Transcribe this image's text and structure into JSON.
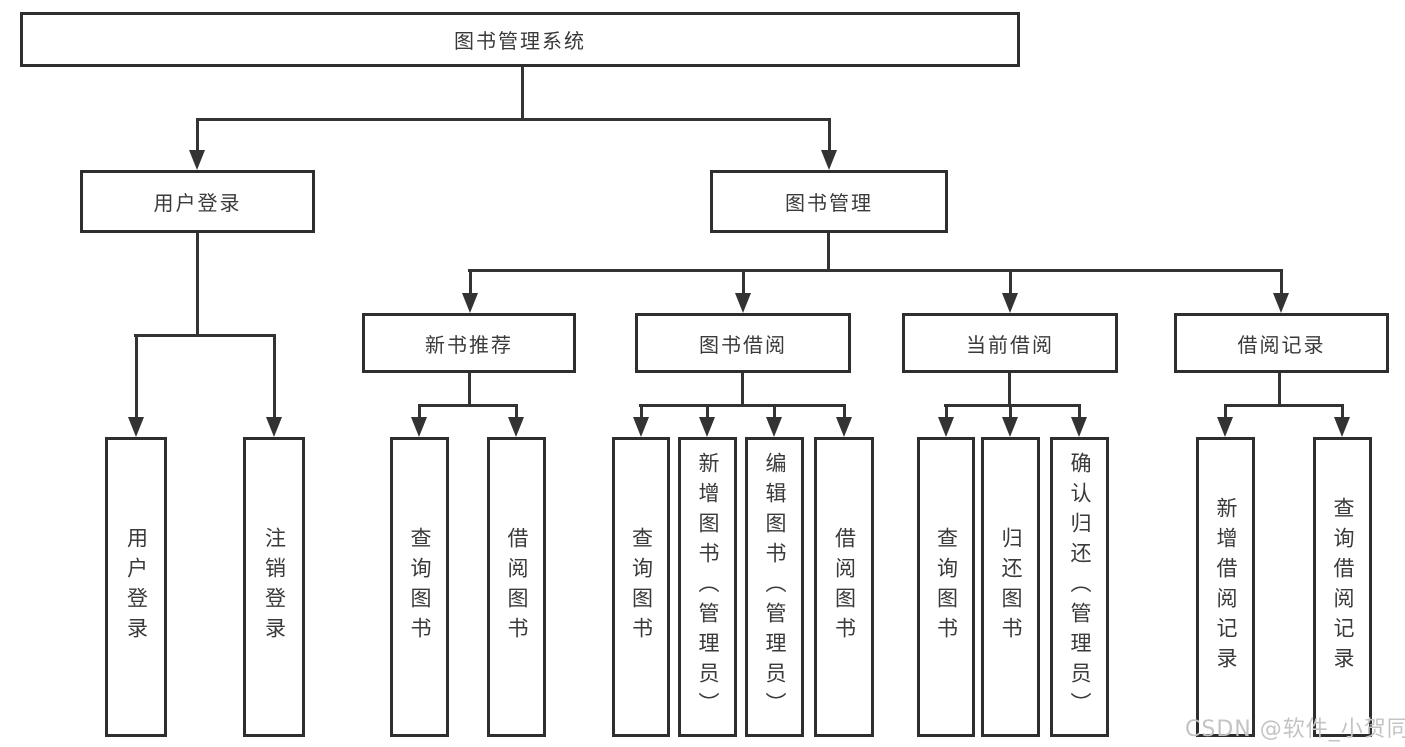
{
  "diagram": {
    "root_label": "图书管理系统",
    "user_login": {
      "label": "用户登录",
      "children": [
        "用户登录",
        "注销登录"
      ]
    },
    "book_mgmt": {
      "label": "图书管理",
      "sections": [
        {
          "label": "新书推荐",
          "children": [
            "查询图书",
            "借阅图书"
          ]
        },
        {
          "label": "图书借阅",
          "children": [
            "查询图书",
            "新增图书（管理员）",
            "编辑图书（管理员）",
            "借阅图书"
          ]
        },
        {
          "label": "当前借阅",
          "children": [
            "查询图书",
            "归还图书",
            "确认归还（管理员）"
          ]
        },
        {
          "label": "借阅记录",
          "children": [
            "新增借阅记录",
            "查询借阅记录"
          ]
        }
      ]
    },
    "colors": {
      "line": "#333333",
      "box_border": "#2e2e2e",
      "text": "#3a3a3a",
      "watermark": "#c4c4c4"
    }
  },
  "watermark": "CSDN @软件_小贺同学"
}
